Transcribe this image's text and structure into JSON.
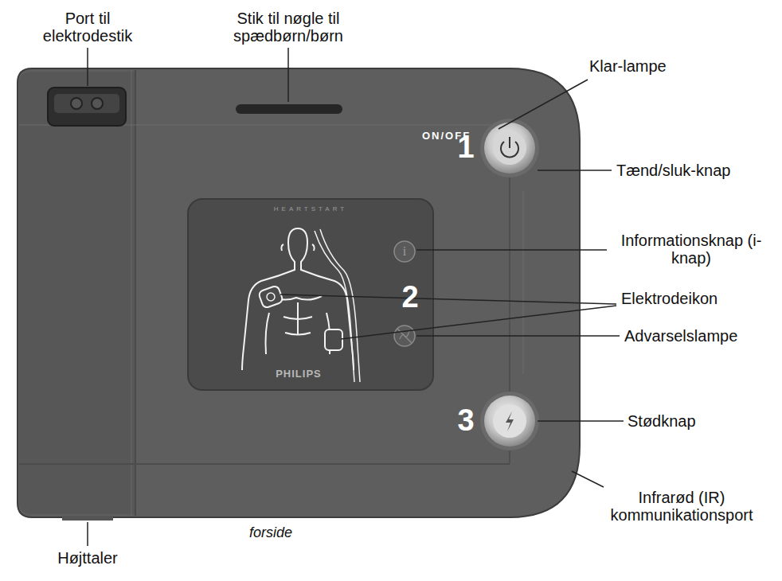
{
  "diagram": {
    "labels": [
      "Port til elektrodestik",
      "Stik til nøgle til spædbørn/børn",
      "Klar-lampe",
      "ON/OFF",
      "1",
      "Tænd/sluk-knap",
      "HEARTSTART",
      "i",
      "Informationsknap (i-knap)",
      "2",
      "Elektrodeikon",
      "Advarselslampe",
      "PHILIPS",
      "3",
      "Stødknap",
      "Infrarød (IR) kommunikationsport",
      "forside",
      "Højttaler"
    ]
  }
}
